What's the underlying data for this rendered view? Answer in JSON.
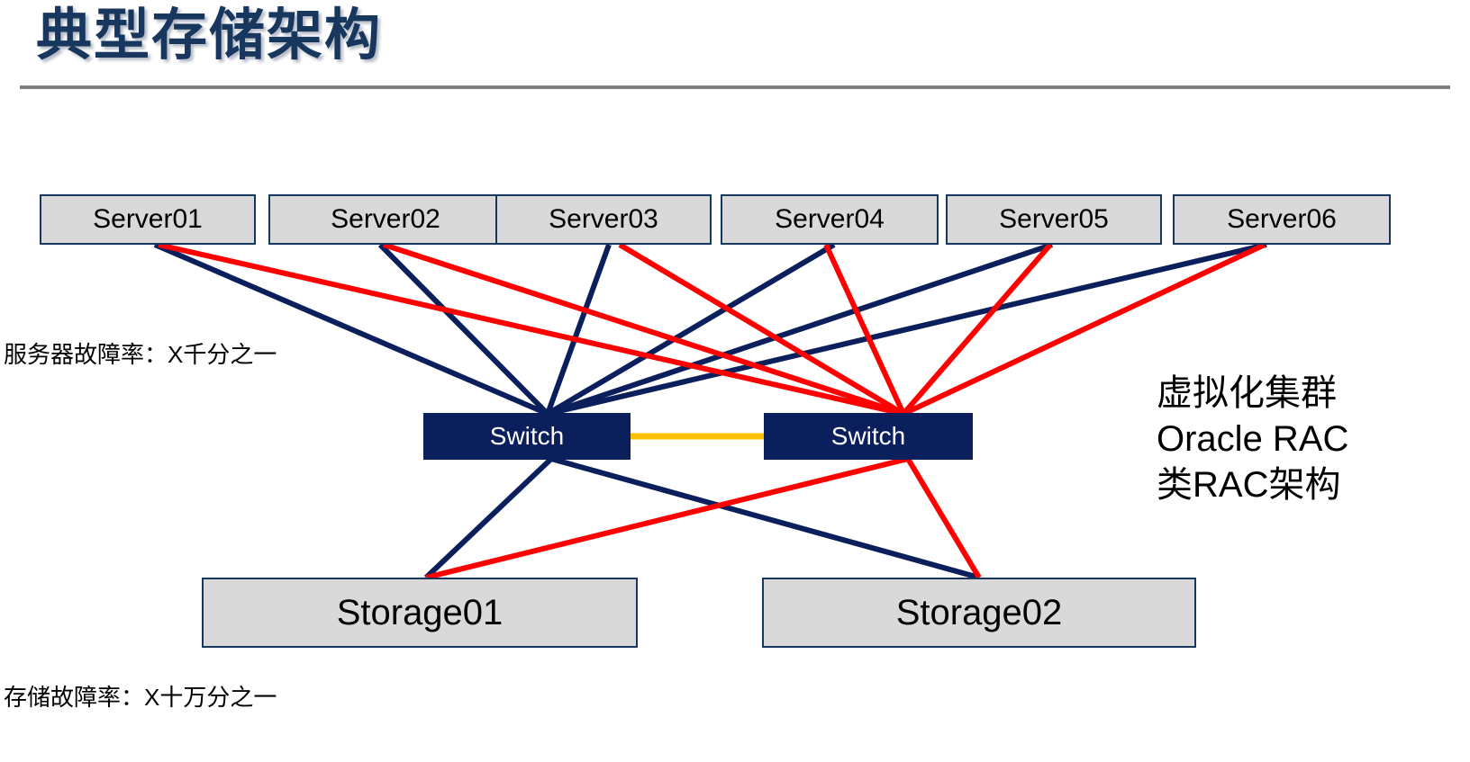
{
  "slide": {
    "title": "典型存储架构"
  },
  "diagram": {
    "servers": [
      {
        "label": "Server01"
      },
      {
        "label": "Server02"
      },
      {
        "label": "Server03"
      },
      {
        "label": "Server04"
      },
      {
        "label": "Server05"
      },
      {
        "label": "Server06"
      }
    ],
    "switches": [
      {
        "label": "Switch"
      },
      {
        "label": "Switch"
      }
    ],
    "storages": [
      {
        "label": "Storage01"
      },
      {
        "label": "Storage02"
      }
    ],
    "colors": {
      "path_a": "#0a1f5c",
      "path_b": "#ff0000",
      "interswitch_link": "#ffc000",
      "node_fill": "#d9d9d9",
      "node_border": "#17375e",
      "switch_fill": "#0a1f5c",
      "title_color": "#17375e",
      "divider": "#808080"
    }
  },
  "annotations": {
    "server_failure_rate": "服务器故障率：X千分之一",
    "storage_failure_rate": "存储故障率：X十万分之一",
    "side_note": {
      "line1": "虚拟化集群",
      "line2": "Oracle RAC",
      "line3": "类RAC架构"
    }
  }
}
